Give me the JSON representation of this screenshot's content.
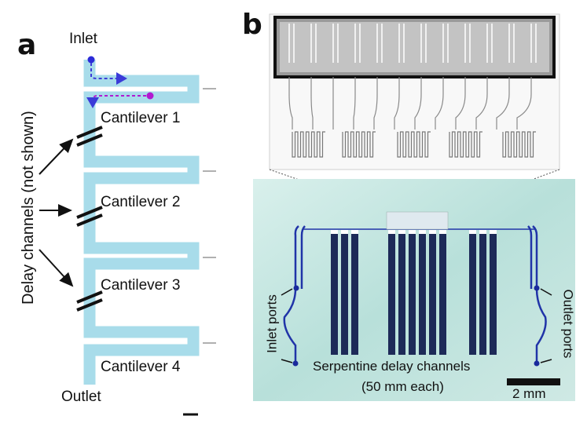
{
  "panel_a": {
    "letter": "a",
    "inlet": "Inlet",
    "outlet": "Outlet",
    "cantilevers": [
      "Cantilever 1",
      "Cantilever 2",
      "Cantilever 3",
      "Cantilever 4"
    ],
    "delay_label": "Delay channels (not shown)"
  },
  "panel_b": {
    "letter": "b",
    "inlet_ports": "Inlet ports",
    "outlet_ports": "Outlet ports",
    "serpentine": "Serpentine delay channels",
    "serpentine_sub": "(50 mm each)",
    "scale_bar": "2 mm"
  },
  "colors": {
    "channel_light_blue": "#a8dcea",
    "chip_background": "#b9e0dc",
    "delay_channel_navy": "#1d2a58",
    "port_channel_blue": "#2034a8"
  }
}
